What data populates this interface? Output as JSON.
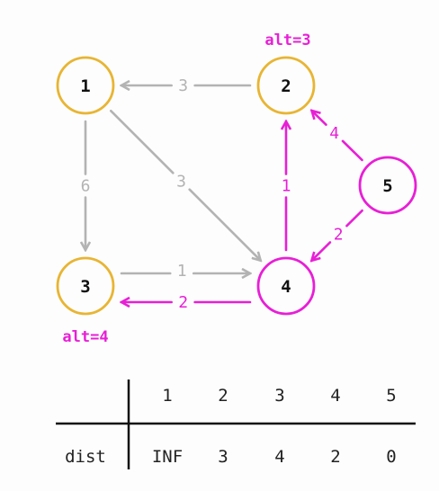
{
  "colors": {
    "gray": "#b3b3b3",
    "gold": "#e8b533",
    "magenta": "#e81fd6",
    "text": "#1a1a1a"
  },
  "graph": {
    "nodes": [
      {
        "id": "1",
        "label": "1",
        "state": "gold"
      },
      {
        "id": "2",
        "label": "2",
        "state": "gold",
        "annotation": "alt=3"
      },
      {
        "id": "3",
        "label": "3",
        "state": "gold",
        "annotation": "alt=4"
      },
      {
        "id": "4",
        "label": "4",
        "state": "magenta"
      },
      {
        "id": "5",
        "label": "5",
        "state": "magenta"
      }
    ],
    "edges": [
      {
        "from": "2",
        "to": "1",
        "weight": "3",
        "state": "gray"
      },
      {
        "from": "1",
        "to": "3",
        "weight": "6",
        "state": "gray"
      },
      {
        "from": "1",
        "to": "4",
        "weight": "3",
        "state": "gray"
      },
      {
        "from": "3",
        "to": "4",
        "weight": "1",
        "state": "gray"
      },
      {
        "from": "4",
        "to": "3",
        "weight": "2",
        "state": "magenta"
      },
      {
        "from": "4",
        "to": "2",
        "weight": "1",
        "state": "magenta"
      },
      {
        "from": "5",
        "to": "2",
        "weight": "4",
        "state": "magenta"
      },
      {
        "from": "5",
        "to": "4",
        "weight": "2",
        "state": "magenta"
      }
    ]
  },
  "table": {
    "row_label": "dist",
    "headers": [
      "1",
      "2",
      "3",
      "4",
      "5"
    ],
    "values": [
      "INF",
      "3",
      "4",
      "2",
      "0"
    ],
    "value_states": [
      "normal",
      "magenta",
      "magenta",
      "normal",
      "normal"
    ]
  }
}
